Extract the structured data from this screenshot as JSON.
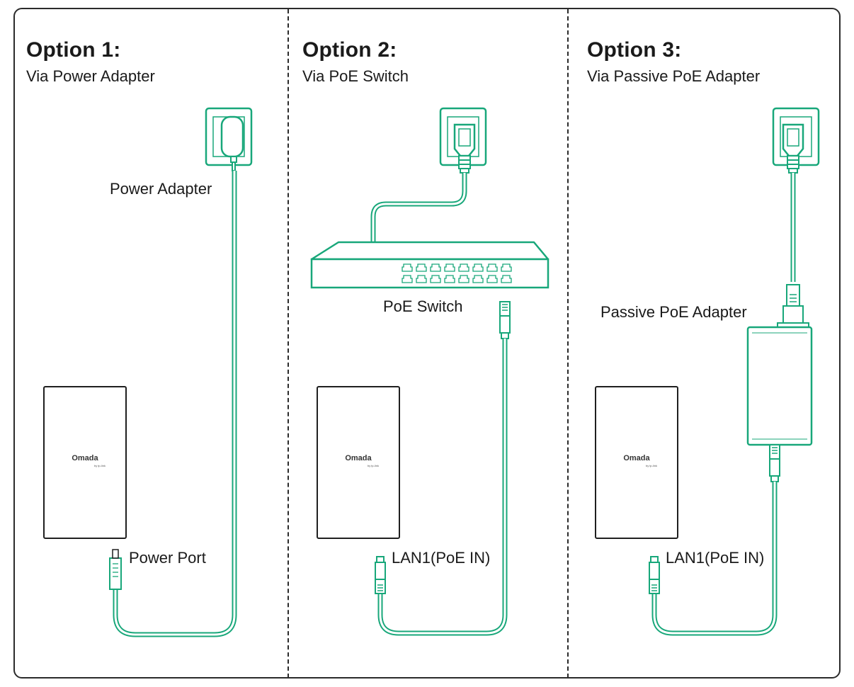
{
  "colors": {
    "accent": "#18a77a",
    "line": "#2b2b2b"
  },
  "option1": {
    "title": "Option 1:",
    "subtitle": "Via Power Adapter",
    "power_adapter_label": "Power Adapter",
    "power_port_label": "Power Port",
    "device_brand": "Omada",
    "device_brand_sub": "by tp-link"
  },
  "option2": {
    "title": "Option 2:",
    "subtitle": "Via PoE Switch",
    "switch_label": "PoE Switch",
    "lan_label": "LAN1(PoE IN)",
    "device_brand": "Omada",
    "device_brand_sub": "by tp-link"
  },
  "option3": {
    "title": "Option 3:",
    "subtitle": "Via Passive PoE Adapter",
    "adapter_label": "Passive PoE Adapter",
    "lan_label": "LAN1(PoE IN)",
    "device_brand": "Omada",
    "device_brand_sub": "by tp-link"
  }
}
